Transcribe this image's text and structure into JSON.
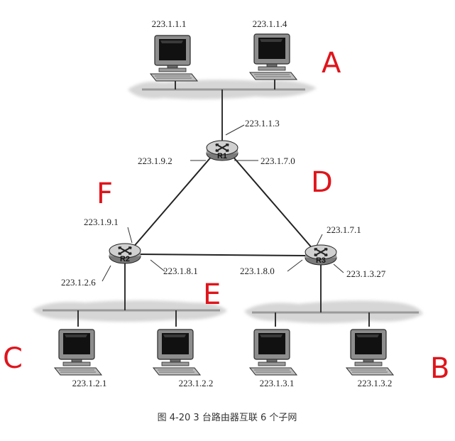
{
  "subnet_labels": {
    "a": "A",
    "b": "B",
    "c": "C",
    "d": "D",
    "e": "E",
    "f": "F"
  },
  "routers": {
    "r1": "R1",
    "r2": "R2",
    "r3": "R3"
  },
  "hosts": {
    "h_111": "223.1.1.1",
    "h_114": "223.1.1.4",
    "h_121": "223.1.2.1",
    "h_122": "223.1.2.2",
    "h_131": "223.1.3.1",
    "h_132": "223.1.3.2"
  },
  "interfaces": {
    "r1_top": "223.1.1.3",
    "r1_left": "223.1.9.2",
    "r1_right": "223.1.7.0",
    "r2_top": "223.1.9.1",
    "r2_bottom": "223.1.2.6",
    "r2_right": "223.1.8.1",
    "r3_top": "223.1.7.1",
    "r3_left": "223.1.8.0",
    "r3_bottom": "223.1.3.27"
  },
  "caption": "图 4-20   3 台路由器互联 6 个子网",
  "colors": {
    "annotation": "#e0141b",
    "link": "#222222",
    "lan": "#d8d8d8"
  }
}
